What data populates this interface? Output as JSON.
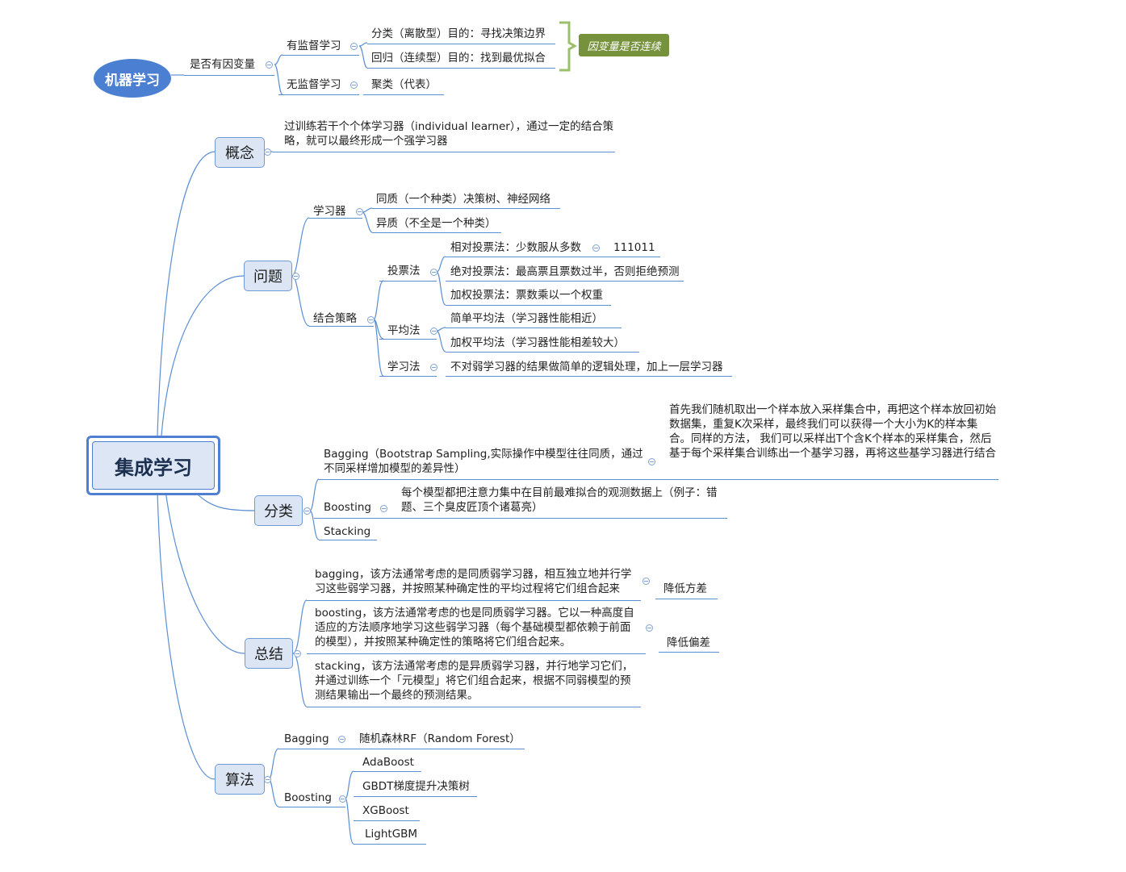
{
  "root": "集成学习",
  "ml": {
    "title": "机器学习",
    "q": "是否有因变量",
    "supervised": "有监督学习",
    "classify": "分类（离散型）目的：寻找决策边界",
    "regress": "回归（连续型）目的：找到最优拟合",
    "callout": "因变量是否连续",
    "unsupervised": "无监督学习",
    "cluster": "聚类（代表）"
  },
  "concept": {
    "title": "概念",
    "text": "过训练若干个个体学习器（individual learner），通过一定的结合策略，就可以最终形成一个强学习器"
  },
  "problem": {
    "title": "问题",
    "learner": "学习器",
    "homo": "同质（一个种类）决策树、神经网络",
    "hetero": "异质（不全是一个种类）",
    "strategy": "结合策略",
    "vote": "投票法",
    "relative": "相对投票法：少数服从多数",
    "relative_example": "111011",
    "absolute": "绝对投票法：最高票且票数过半，否则拒绝预测",
    "weighted_vote": "加权投票法：票数乘以一个权重",
    "avg": "平均法",
    "simple_avg": "简单平均法（学习器性能相近）",
    "weighted_avg": "加权平均法（学习器性能相差较大）",
    "learn": "学习法",
    "learn_desc": "不对弱学习器的结果做简单的逻辑处理，加上一层学习器"
  },
  "category": {
    "title": "分类",
    "bagging": "Bagging（Bootstrap Sampling,实际操作中模型往往同质，通过不同采样增加模型的差异性）",
    "bagging_desc": "首先我们随机取出一个样本放入采样集合中，再把这个样本放回初始数据集，重复K次采样，最终我们可以获得一个大小为K的样本集合。同样的方法， 我们可以采样出T个含K个样本的采样集合，然后基于每个采样集合训练出一个基学习器，再将这些基学习器进行结合",
    "boosting": "Boosting",
    "boosting_desc": "每个模型都把注意力集中在目前最难拟合的观测数据上（例子：错题、三个臭皮匠顶个诸葛亮）",
    "stacking": "Stacking"
  },
  "summary": {
    "title": "总结",
    "bagging": "bagging，该方法通常考虑的是同质弱学习器，相互独立地并行学习这些弱学习器，并按照某种确定性的平均过程将它们组合起来",
    "bagging_effect": "降低方差",
    "boosting": "boosting，该方法通常考虑的也是同质弱学习器。它以一种高度自适应的方法顺序地学习这些弱学习器（每个基础模型都依赖于前面的模型），并按照某种确定性的策略将它们组合起来。",
    "boosting_effect": "降低偏差",
    "stacking": "stacking，该方法通常考虑的是异质弱学习器，并行地学习它们，并通过训练一个「元模型」将它们组合起来，根据不同弱模型的预测结果输出一个最终的预测结果。"
  },
  "algo": {
    "title": "算法",
    "bagging": "Bagging",
    "rf": "随机森林RF（Random Forest）",
    "boosting": "Boosting",
    "items": [
      "AdaBoost",
      "GBDT梯度提升决策树",
      "XGBoost",
      "LightGBM"
    ]
  }
}
